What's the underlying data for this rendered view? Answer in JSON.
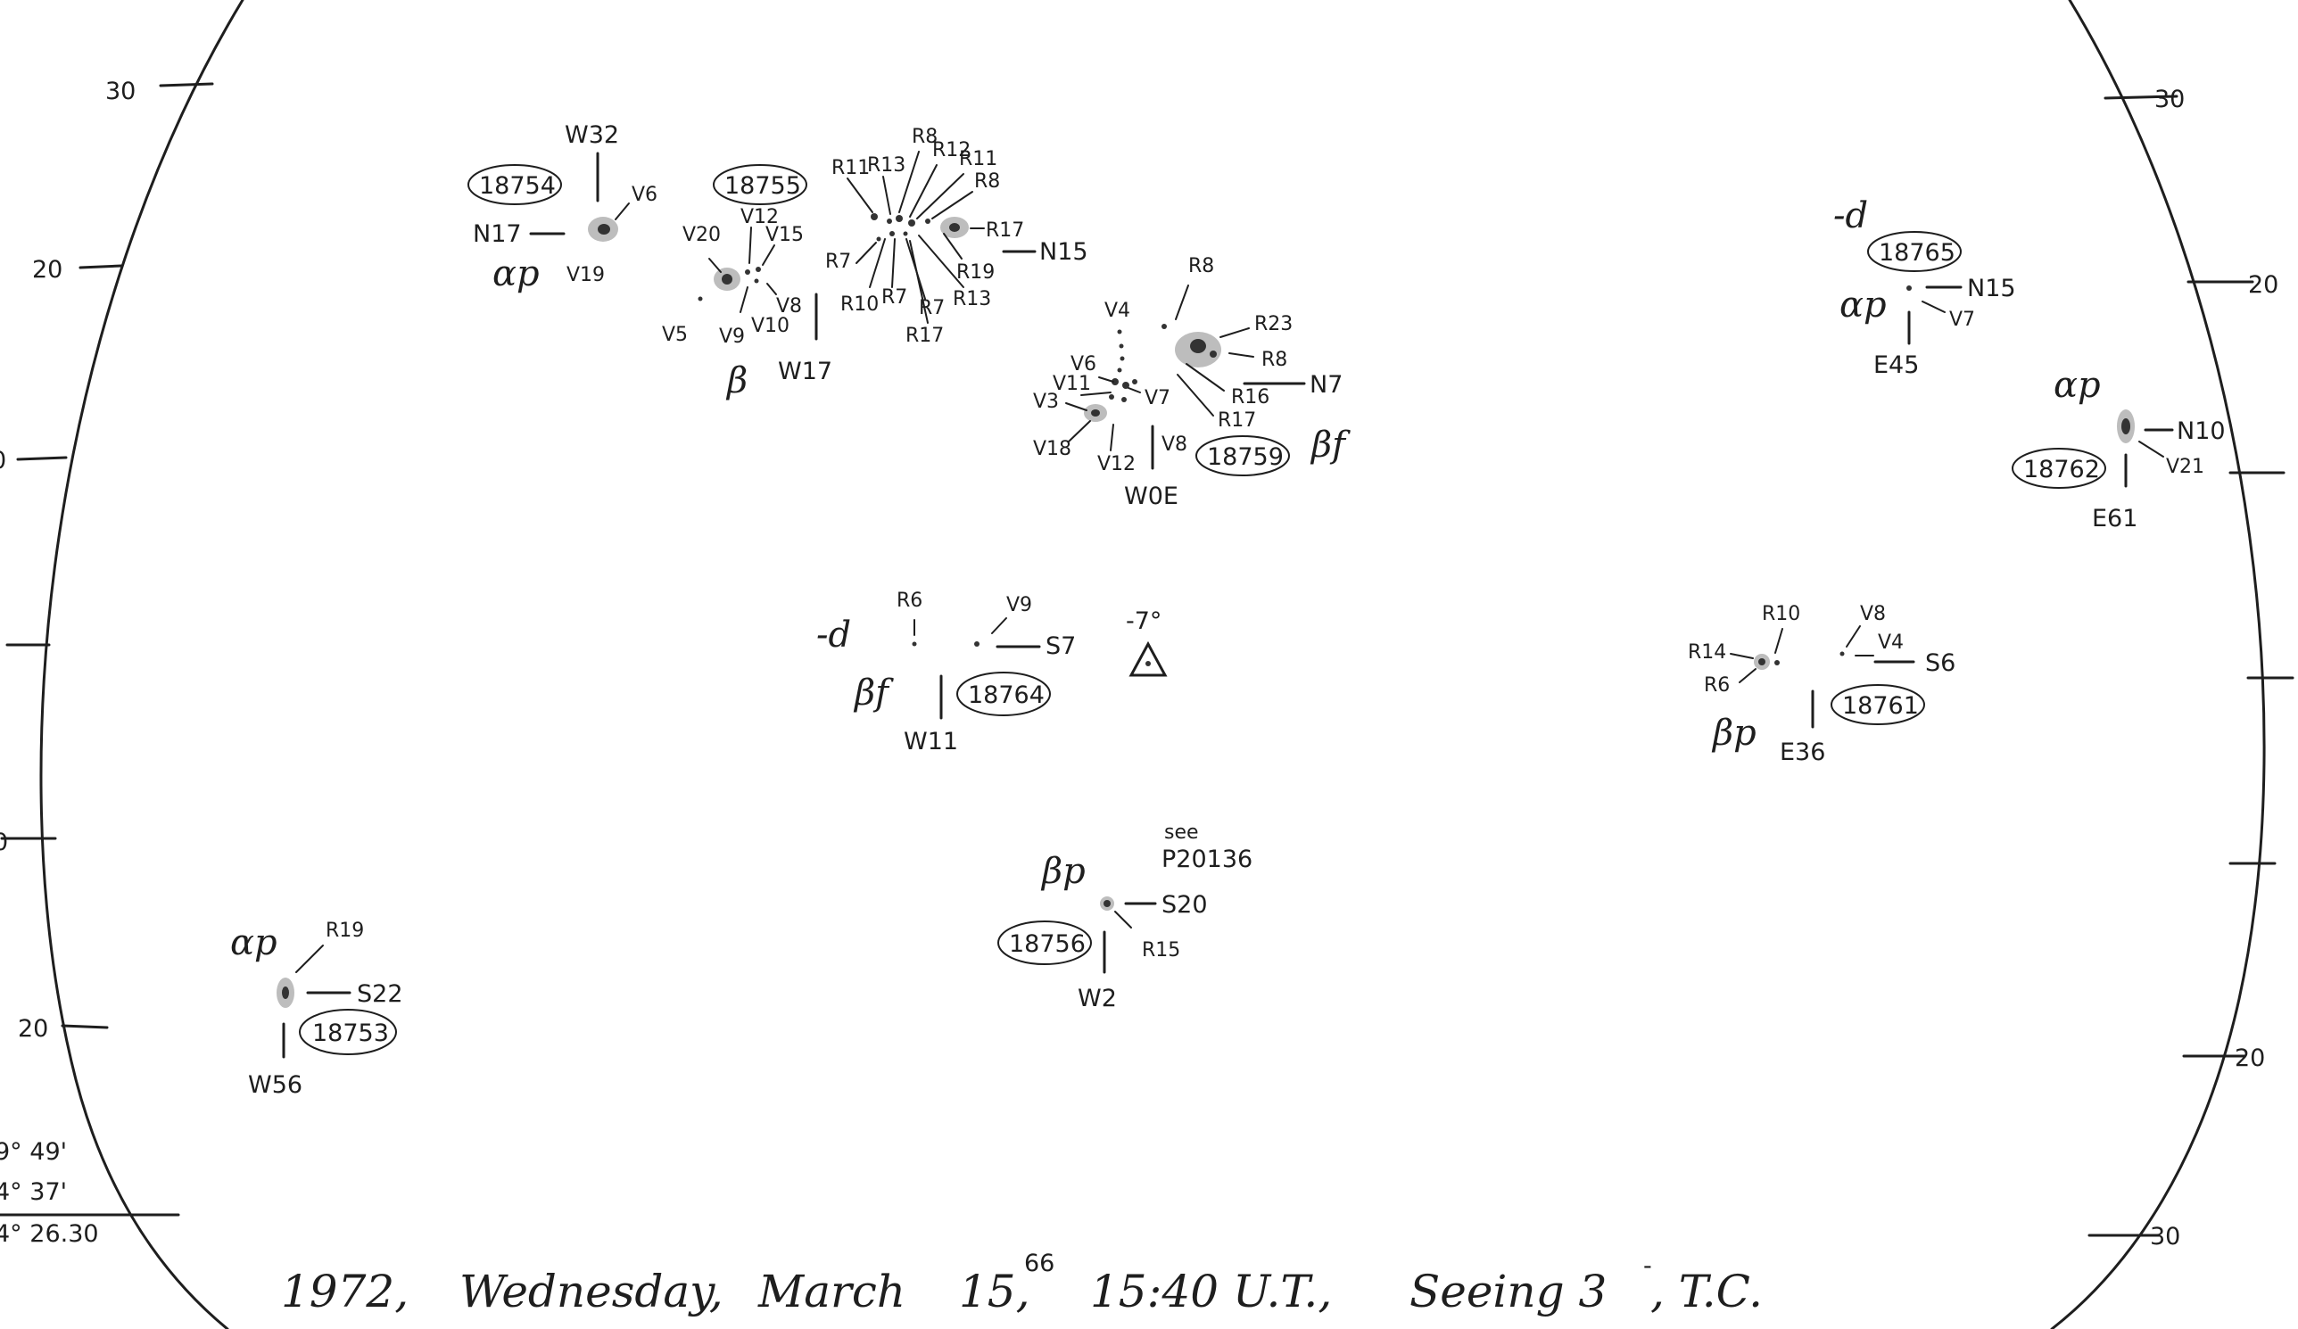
{
  "caption": "1972, Wednesday, March 15, 15:40 U.T., Seeing 3, T.C.",
  "caption_parts": {
    "year": "1972,",
    "day": "Wednesday,",
    "month": "March",
    "date": "15,",
    "fraction": "66",
    "time": "15:40 U.T.,",
    "seeing": "Seeing 3",
    "seeing_mark": "-",
    "observer": ", T.C."
  },
  "corner_notes": [
    "9° 49'",
    "4° 37'",
    "4° 26.30"
  ],
  "left_scale": [
    "30",
    "20",
    "0",
    "0",
    "20"
  ],
  "right_scale": [
    "30",
    "20",
    "20",
    "30"
  ],
  "center_mark": {
    "label": "-7°"
  },
  "groups": {
    "g18754": {
      "number": "18754",
      "class": "αp",
      "lat": "N17",
      "lon": "W32",
      "spots": [
        "V6",
        "V19"
      ]
    },
    "g18755": {
      "number": "18755",
      "class": "β",
      "lat": "N15",
      "lon": "W17",
      "spots": [
        "V20",
        "V12",
        "V15",
        "V5",
        "V9",
        "V10",
        "V8",
        "R11",
        "R13",
        "R8",
        "R12",
        "R11",
        "R8",
        "R17",
        "R7",
        "R10",
        "R7",
        "R7",
        "R13",
        "R17",
        "R19"
      ]
    },
    "g18759": {
      "number": "18759",
      "class": "βf",
      "lat": "N7",
      "lon": "W0E",
      "spots": [
        "R8",
        "V4",
        "R23",
        "R8",
        "V6",
        "V11",
        "V3",
        "V7",
        "R16",
        "R17",
        "V18",
        "V12",
        "V8"
      ]
    },
    "g18765": {
      "number": "18765",
      "class": "αp",
      "mark": "-d",
      "lat": "N15",
      "lon": "E45",
      "spots": [
        "V7"
      ]
    },
    "g18762": {
      "number": "18762",
      "class": "αp",
      "lat": "N10",
      "lon": "E61",
      "spots": [
        "V21"
      ]
    },
    "g18764": {
      "number": "18764",
      "class": "βf",
      "mark": "-d",
      "lat": "S7",
      "lon": "W11",
      "spots": [
        "R6",
        "V9"
      ]
    },
    "g18761": {
      "number": "18761",
      "class": "βp",
      "lat": "S6",
      "lon": "E36",
      "spots": [
        "R10",
        "V8",
        "V4",
        "R14",
        "R6"
      ]
    },
    "g18756": {
      "number": "18756",
      "class": "βp",
      "lat": "S20",
      "lon": "W2",
      "note": "see",
      "ref": "P20136",
      "spots": [
        "R15"
      ]
    },
    "g18753": {
      "number": "18753",
      "class": "αp",
      "lat": "S22",
      "lon": "W56",
      "spots": [
        "R19"
      ]
    }
  }
}
